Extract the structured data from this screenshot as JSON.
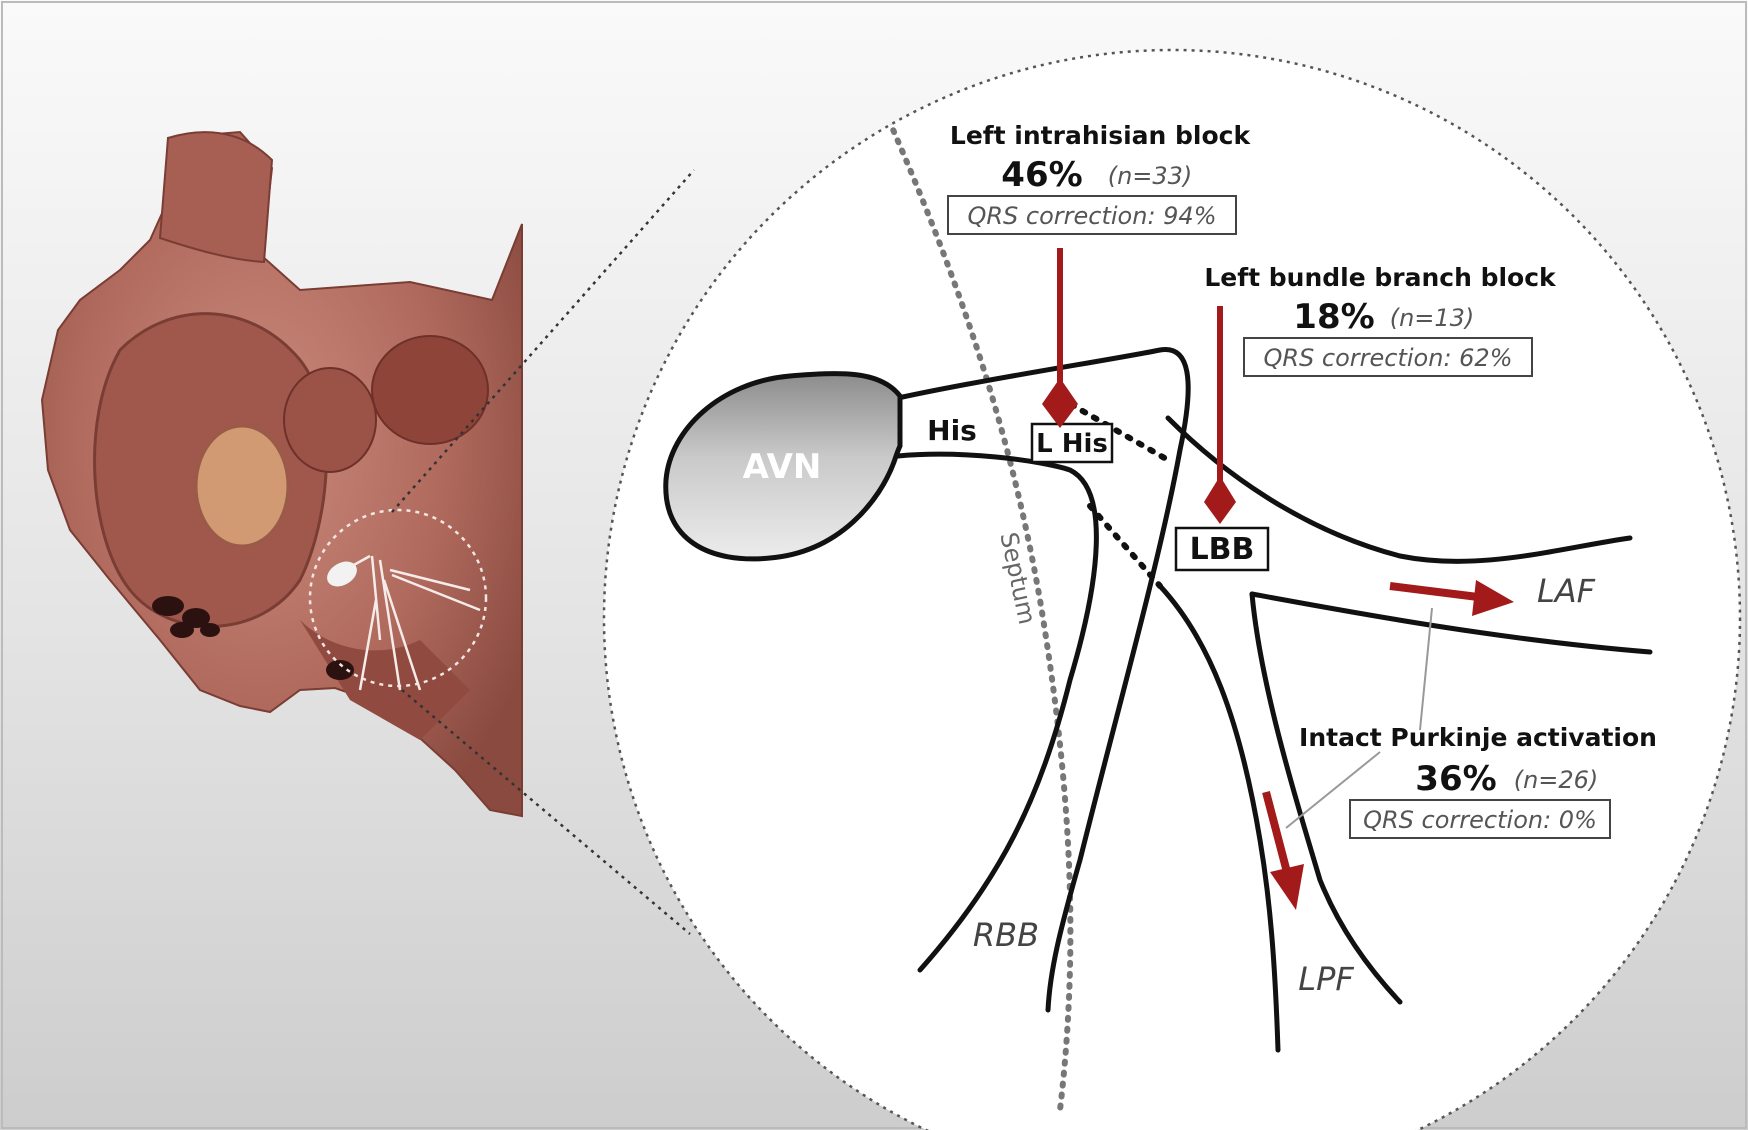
{
  "labels": {
    "avn": "AVN",
    "his": "His",
    "l_his": "L His",
    "lbb": "LBB",
    "septum": "Septum",
    "rbb": "RBB",
    "lpf": "LPF",
    "laf": "LAF"
  },
  "blocks": {
    "left_intrahisian": {
      "title": "Left intrahisian block",
      "percent": "46%",
      "n": "(n=33)",
      "correction": "QRS correction: 94%"
    },
    "left_bundle_branch": {
      "title": "Left bundle branch block",
      "percent": "18%",
      "n": "(n=13)",
      "correction": "QRS correction: 62%"
    },
    "intact_purkinje": {
      "title": "Intact Purkinje activation",
      "percent": "36%",
      "n": "(n=26)",
      "correction": "QRS correction: 0%"
    }
  },
  "colors": {
    "arrow": "#a31a1a",
    "heart": "#b26a5e",
    "line": "#111111",
    "septum": "#777777",
    "background_top": "#f7f7f7",
    "background_bottom": "#cfcfcf"
  }
}
